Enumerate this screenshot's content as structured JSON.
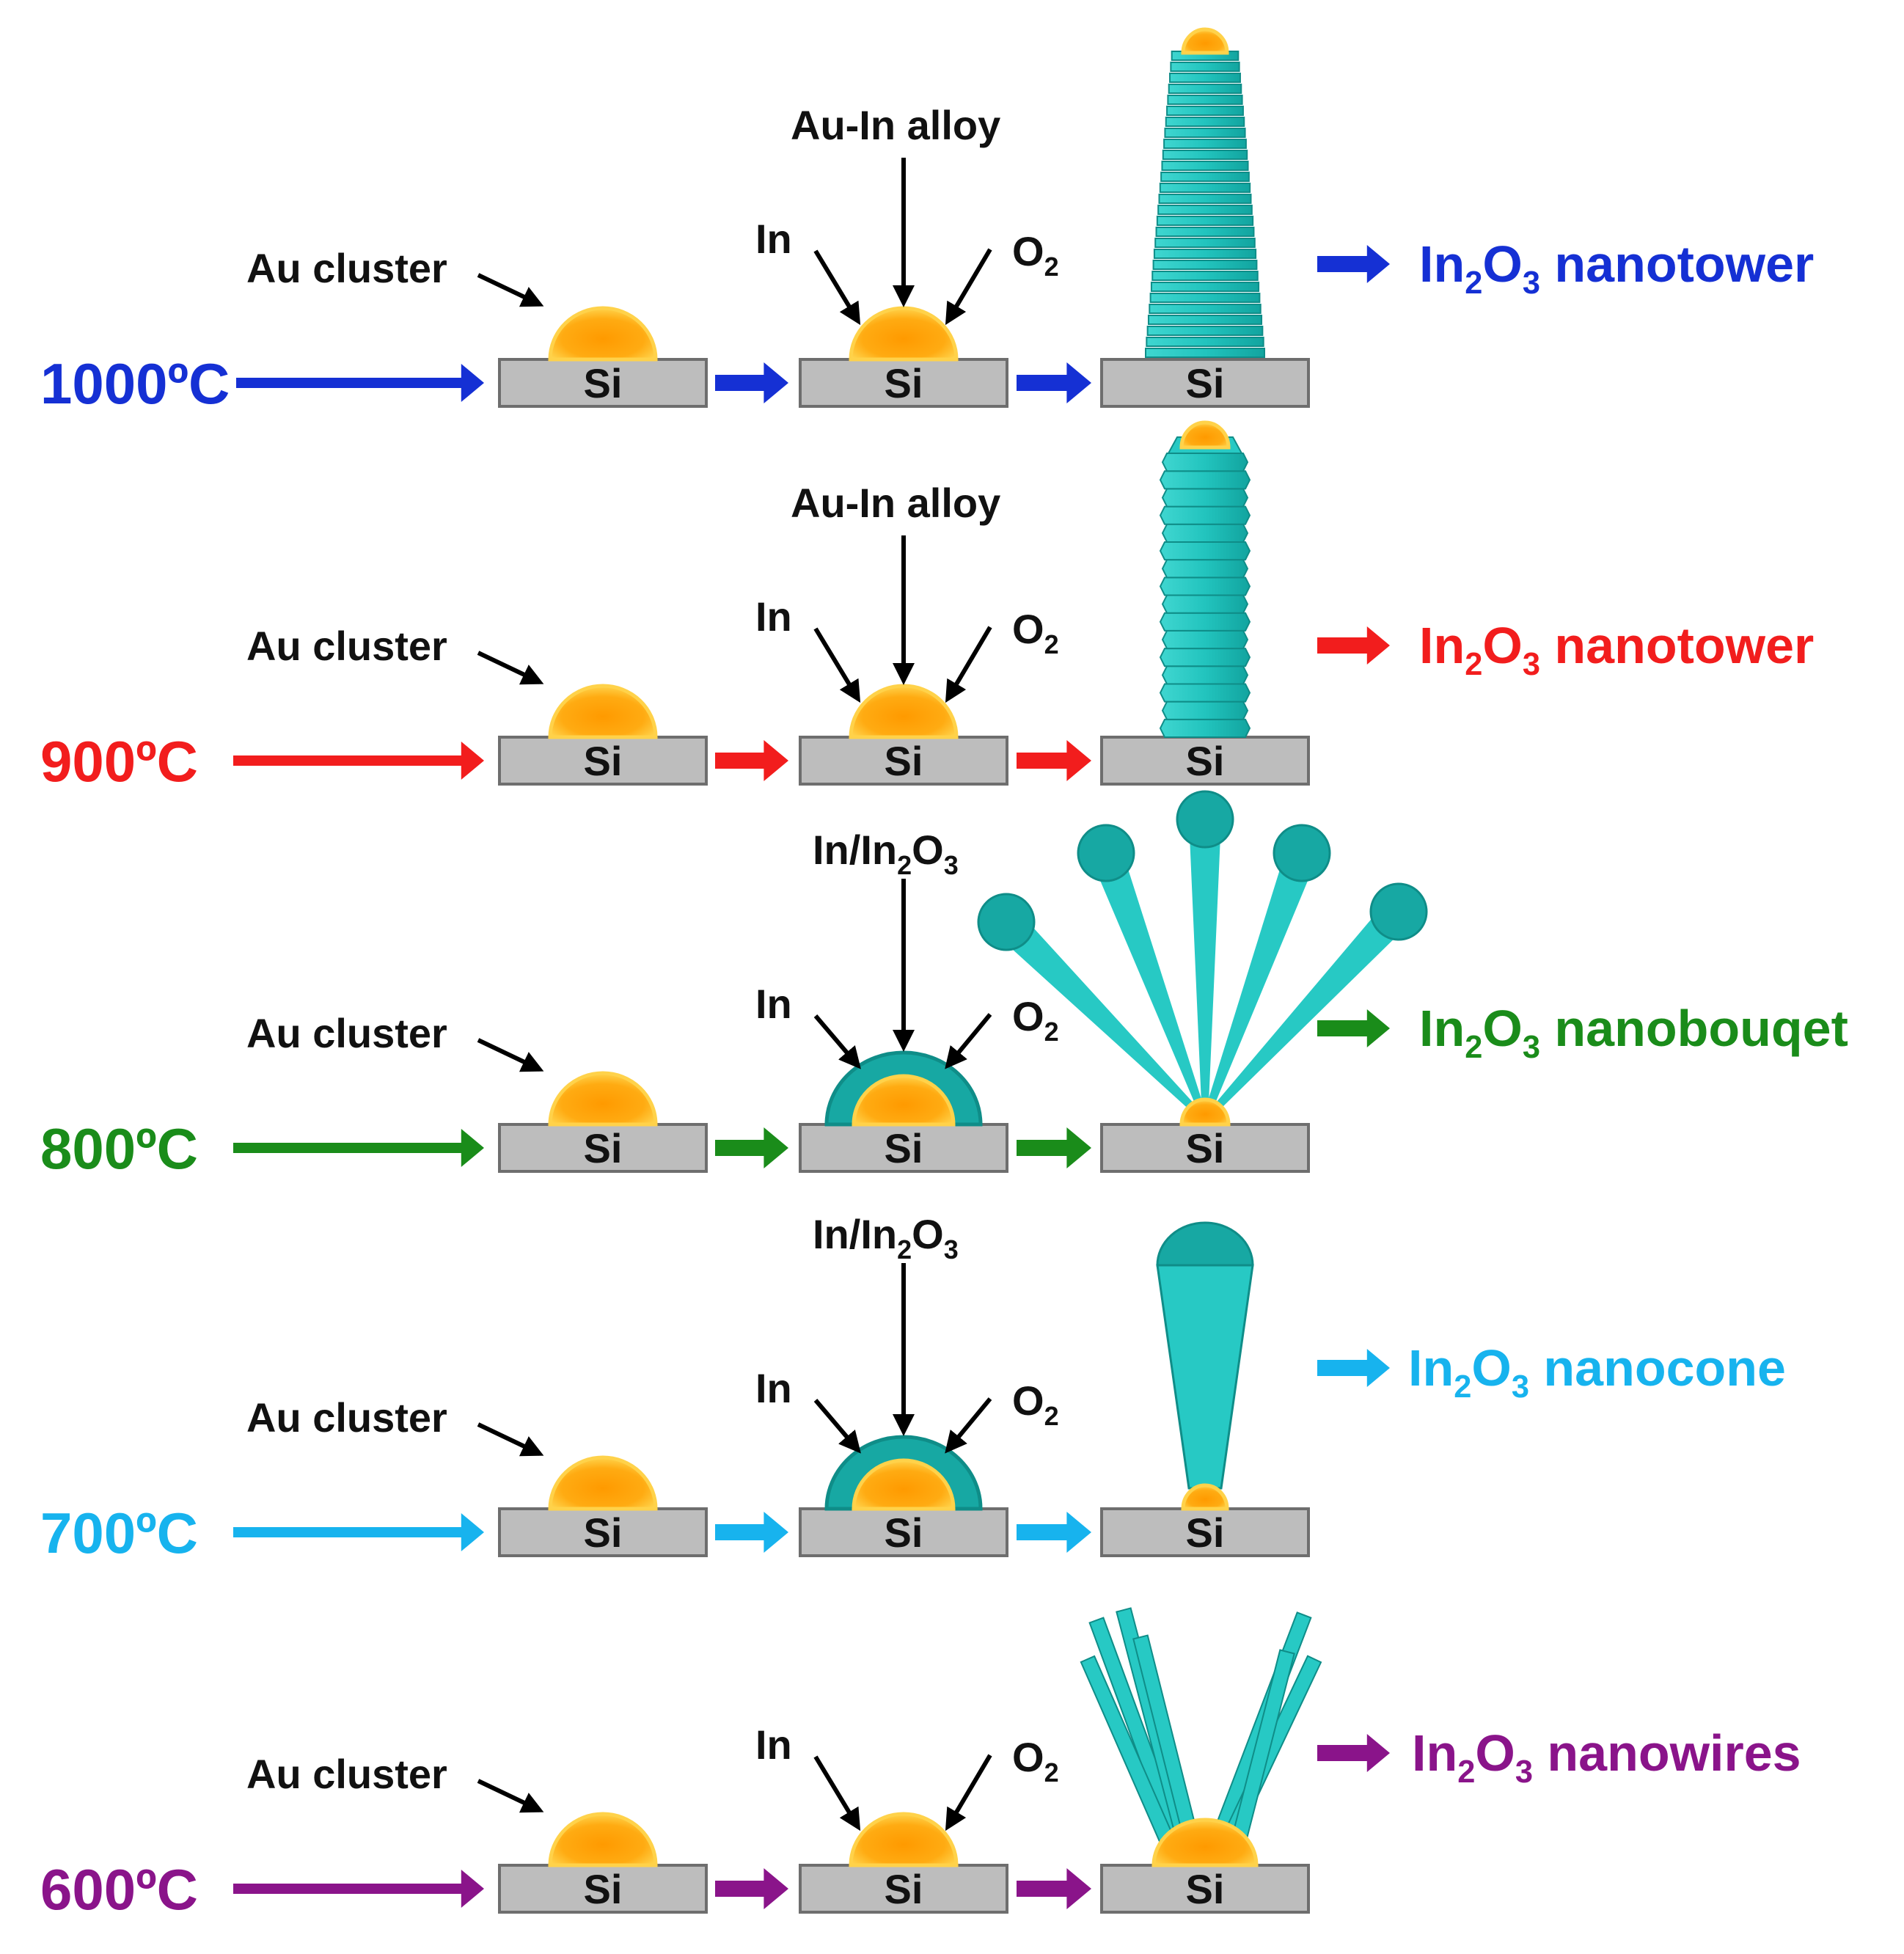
{
  "colors": {
    "substrate": "#bdbdbd",
    "substrate_edge": "#6e6e6e",
    "gold_core": "#ffa600",
    "gold_glow": "#ffd24a",
    "teal": "#27c9c4",
    "teal_dark": "#0f8d88",
    "teal_mid": "#17a8a3"
  },
  "labels": {
    "substrate": "Si",
    "au_cluster": "Au cluster",
    "in": "In",
    "o2_main": "O",
    "o2_sub": "2"
  },
  "rows": [
    {
      "temperature": "1000ºC",
      "color": "#1530d4",
      "source_label": "Au-In alloy",
      "product_prefix": "In",
      "product_suffix": " nanotower",
      "product_icon": "stacked-tower"
    },
    {
      "temperature": "900ºC",
      "color": "#f21d1d",
      "source_label": "Au-In alloy",
      "product_prefix": "In",
      "product_suffix": " nanotower",
      "product_icon": "faceted-tower"
    },
    {
      "temperature": "800ºC",
      "color": "#1a8c1a",
      "source_label": "In/In",
      "source_label_tail": "O",
      "product_prefix": "In",
      "product_suffix": " nanobouqet",
      "product_icon": "bouquet"
    },
    {
      "temperature": "700ºC",
      "color": "#17b3ee",
      "source_label": "In/In",
      "source_label_tail": "O",
      "product_prefix": "In",
      "product_suffix": " nanocone",
      "product_icon": "cone"
    },
    {
      "temperature": "600ºC",
      "color": "#8a148a",
      "source_label": "",
      "product_prefix": "In",
      "product_suffix": " nanowires",
      "product_icon": "wires"
    }
  ],
  "formula_subscripts": {
    "in_count": "2",
    "o_count": "3"
  }
}
